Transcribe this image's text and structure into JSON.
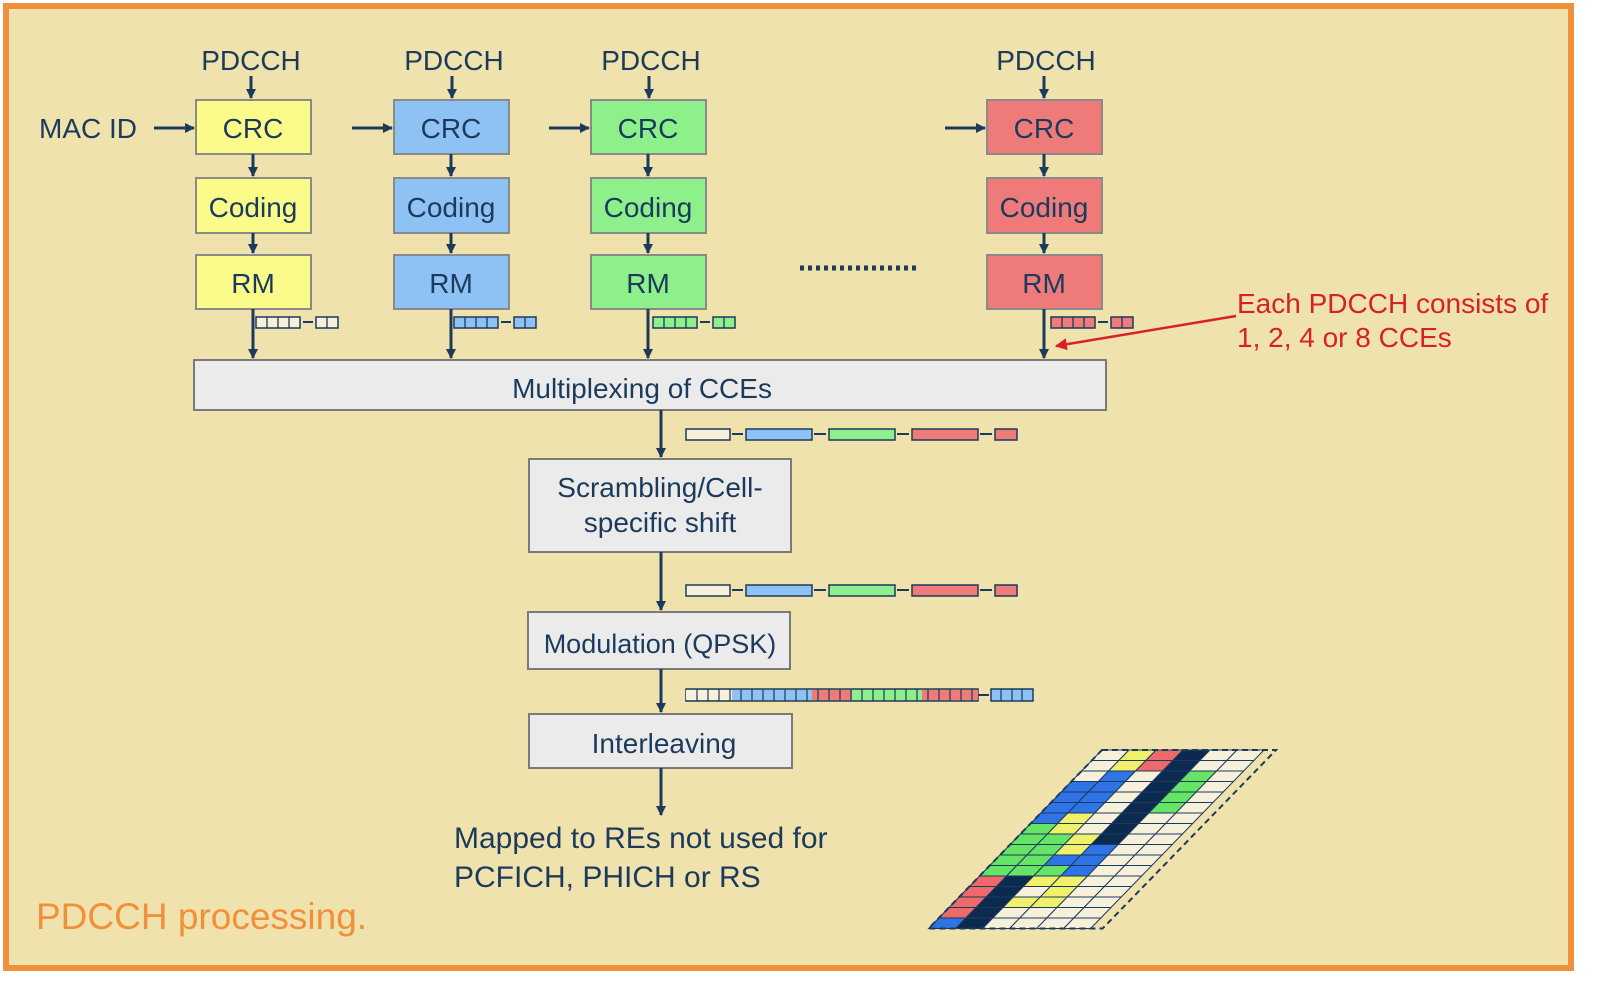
{
  "colors": {
    "background": "#f0e2ad",
    "frame": "#f0903a",
    "caption": "#f0903a",
    "line": "#1b3a5c",
    "annotation": "#d8202c",
    "gray_block": "#ebebeb",
    "chain_fills": [
      "#fbfb8a",
      "#8ec1f4",
      "#8ef08a",
      "#ee7a7a"
    ],
    "grid_colors": [
      "#f0f06a",
      "#2f74e6",
      "#66e466",
      "#ee6a6a",
      "#0c2a4f",
      "#f7f1dc"
    ]
  },
  "chains": [
    {
      "input_label": "PDCCH",
      "crc": "CRC",
      "coding": "Coding",
      "rm": "RM"
    },
    {
      "input_label": "PDCCH",
      "crc": "CRC",
      "coding": "Coding",
      "rm": "RM"
    },
    {
      "input_label": "PDCCH",
      "crc": "CRC",
      "coding": "Coding",
      "rm": "RM"
    },
    {
      "input_label": "PDCCH",
      "crc": "CRC",
      "coding": "Coding",
      "rm": "RM"
    }
  ],
  "mac_id": "MAC ID",
  "ellipsis_icon": "dotted-ellipsis",
  "annotation": {
    "line1": "Each PDCCH consists of",
    "line2": "1, 2, 4 or 8 CCEs"
  },
  "pipeline": {
    "multiplexing": "Multiplexing of CCEs",
    "scrambling_line1": "Scrambling/Cell-",
    "scrambling_line2": "specific shift",
    "modulation": "Modulation (QPSK)",
    "interleaving": "Interleaving"
  },
  "output": {
    "line1": "Mapped to REs not used for",
    "line2": "PCFICH, PHICH or RS"
  },
  "caption": "PDCCH processing."
}
